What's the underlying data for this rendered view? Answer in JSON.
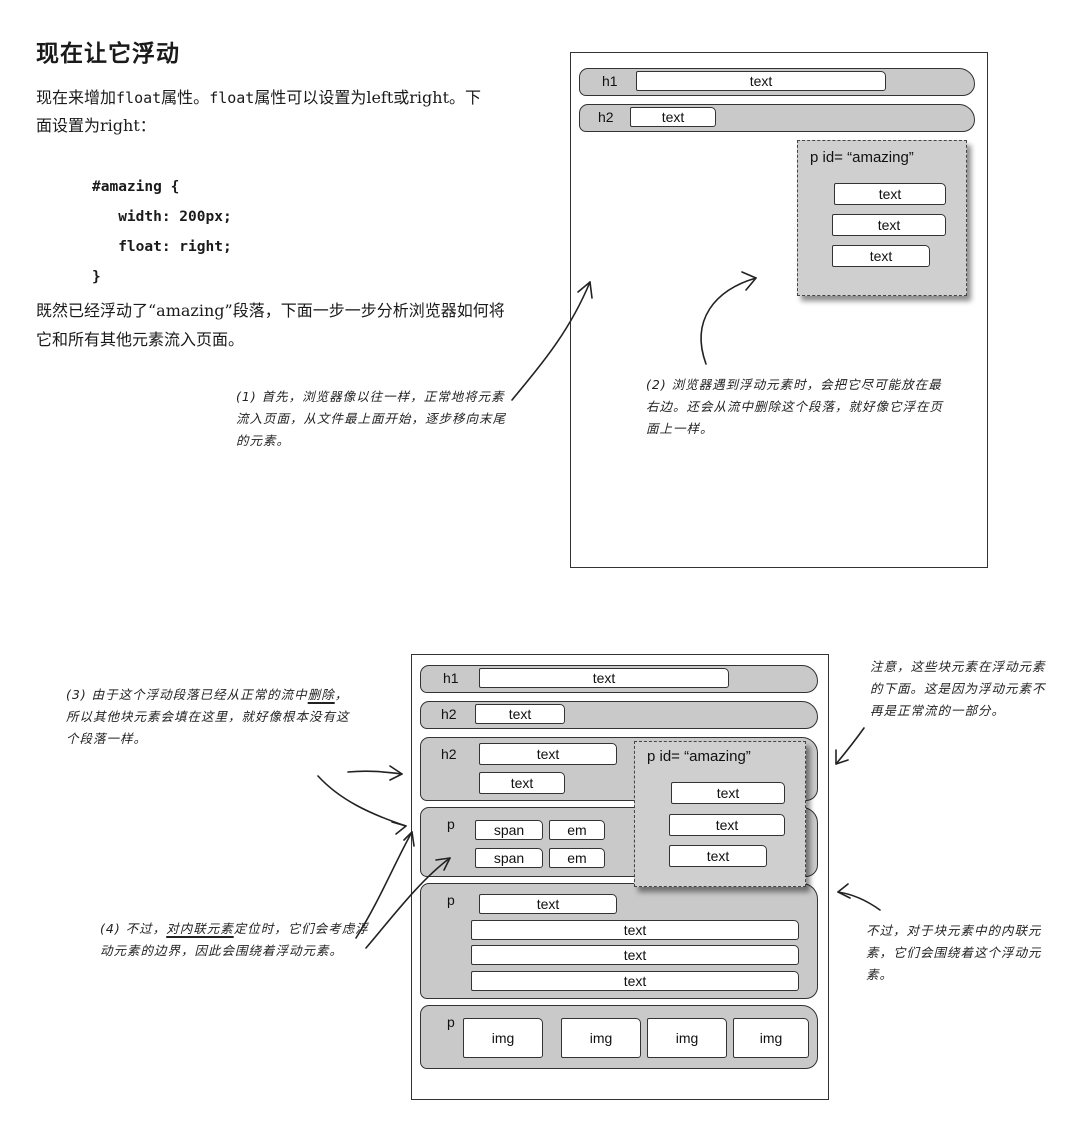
{
  "heading": "现在让它浮动",
  "intro": {
    "p1": "现在来增加",
    "code1": "float",
    "p2": "属性。",
    "code2": "float",
    "p3": "属性可以设置为left或right。下面设置为right："
  },
  "code_lines": [
    "#amazing {",
    "   width: 200px;",
    "   float: right;",
    "}"
  ],
  "after_text": "既然已经浮动了“amazing”段落，下面一步一步分析浏览器如何将它和所有其他元素流入页面。",
  "notes": {
    "n1": "(1) 首先，浏览器像以往一样，正常地将元素流入页面，从文件最上面开始，逐步移向末尾的元素。",
    "n2": "(2) 浏览器遇到浮动元素时，会把它尽可能放在最右边。还会从流中删除这个段落，就好像它浮在页面上一样。",
    "n3_a": "(3) 由于这个浮动段落已经从正常的流中",
    "n3_u": "删除",
    "n3_b": "，所以其他块元素会填在这里，就好像根本没有这个段落一样。",
    "n4_a": "(4) 不过，",
    "n4_u": "对内联元素",
    "n4_b": "定位时，它们会考虑浮动元素的边界，因此会围绕着浮动元素。",
    "n5": "注意，这些块元素在浮动元素的下面。这是因为浮动元素不再是正常流的一部分。",
    "n6": "不过，对于块元素中的内联元素，它们会围绕着这个浮动元素。"
  },
  "diagram1": {
    "h1_label": "h1",
    "h1_text": "text",
    "h2_label": "h2",
    "h2_text": "text",
    "float_label": "p id= “amazing”",
    "float_items": [
      "text",
      "text",
      "text"
    ]
  },
  "diagram2": {
    "h1_label": "h1",
    "h1_text": "text",
    "h2a_label": "h2",
    "h2a_text": "text",
    "h2b_label": "h2",
    "h2b_items": [
      "text",
      "text"
    ],
    "p1_label": "p",
    "p1_items": [
      "span",
      "em",
      "span",
      "em"
    ],
    "p2_label": "p",
    "p2_items": [
      "text",
      "text",
      "text",
      "text"
    ],
    "p3_label": "p",
    "p3_items": [
      "img",
      "img",
      "img",
      "img"
    ],
    "float_label": "p id= “amazing”",
    "float_items": [
      "text",
      "text",
      "text"
    ]
  }
}
